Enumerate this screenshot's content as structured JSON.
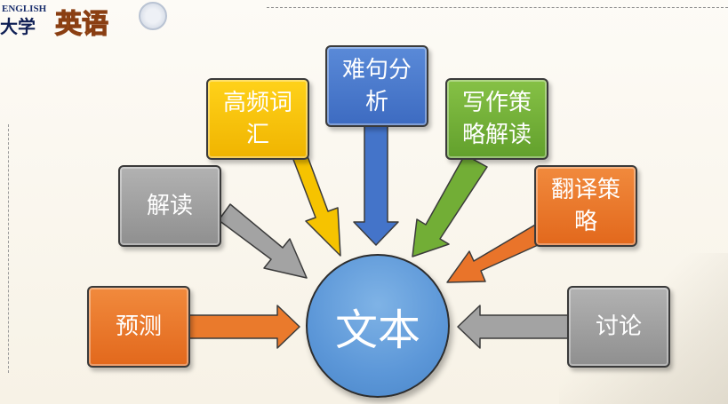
{
  "header": {
    "logo_english": "ENGLISH",
    "logo_daxue": "大学",
    "logo_yingyu": "英语"
  },
  "center": {
    "label": "文本",
    "color": "#5c97d8"
  },
  "nodes": [
    {
      "key": "yuce",
      "label": "预测",
      "color": "#e2681c"
    },
    {
      "key": "jiedu",
      "label": "解读",
      "color": "#9f9f9f"
    },
    {
      "key": "gaopin",
      "label": "高频词汇",
      "color": "#f6c300"
    },
    {
      "key": "nanju",
      "label": "难句分析",
      "color": "#4474c9"
    },
    {
      "key": "xiezuo",
      "label": "写作策略解读",
      "color": "#72ae36"
    },
    {
      "key": "fanyi",
      "label": "翻译策略",
      "color": "#e9742a"
    },
    {
      "key": "taolun",
      "label": "讨论",
      "color": "#9f9f9f"
    }
  ]
}
